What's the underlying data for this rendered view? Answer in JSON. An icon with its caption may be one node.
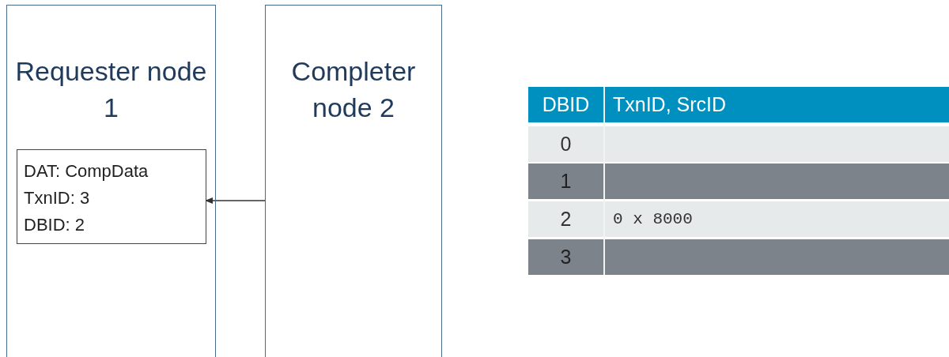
{
  "diagram": {
    "nodes": [
      {
        "text": [
          "Requester node 1"
        ]
      },
      {
        "text": [
          "DAT: CompData",
          "TxnID: 3",
          "DBID: 2"
        ],
        "in": 0
      },
      {
        "text": [
          "Completer node 2"
        ]
      }
    ],
    "edges": [
      {
        "from": 2,
        "to": 1,
        "arrow": "to"
      }
    ],
    "labels": [
      "DBID",
      "TxnID, SrcID",
      "0",
      "1",
      "2",
      "0 x 8000",
      "3"
    ]
  }
}
